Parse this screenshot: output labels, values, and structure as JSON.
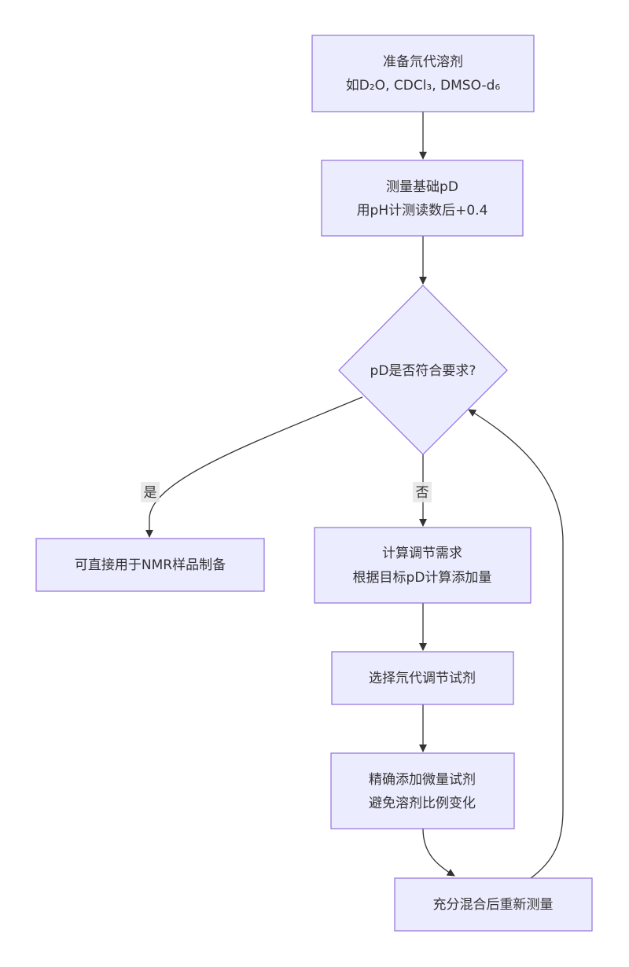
{
  "nodes": {
    "prepare_solvent": {
      "line1": "准备氘代溶剂",
      "line2": "如D₂O, CDCl₃, DMSO-d₆"
    },
    "measure_pd": {
      "line1": "测量基础pD",
      "line2": "用pH计测读数后+0.4"
    },
    "decision": {
      "line1": "pD是否符合要求?"
    },
    "ready_for_nmr": {
      "line1": "可直接用于NMR样品制备"
    },
    "calc_adjust": {
      "line1": "计算调节需求",
      "line2": "根据目标pD计算添加量"
    },
    "select_reagent": {
      "line1": "选择氘代调节试剂"
    },
    "add_reagent": {
      "line1": "精确添加微量试剂",
      "line2": "避免溶剂比例变化"
    },
    "remeasure": {
      "line1": "充分混合后重新测量"
    }
  },
  "edges": {
    "yes_label": "是",
    "no_label": "否"
  },
  "colors": {
    "node_fill": "#ECECFF",
    "node_stroke": "#9370DB",
    "edge_stroke": "#333333",
    "text": "#333333",
    "label_bg": "#E8E8E8"
  }
}
